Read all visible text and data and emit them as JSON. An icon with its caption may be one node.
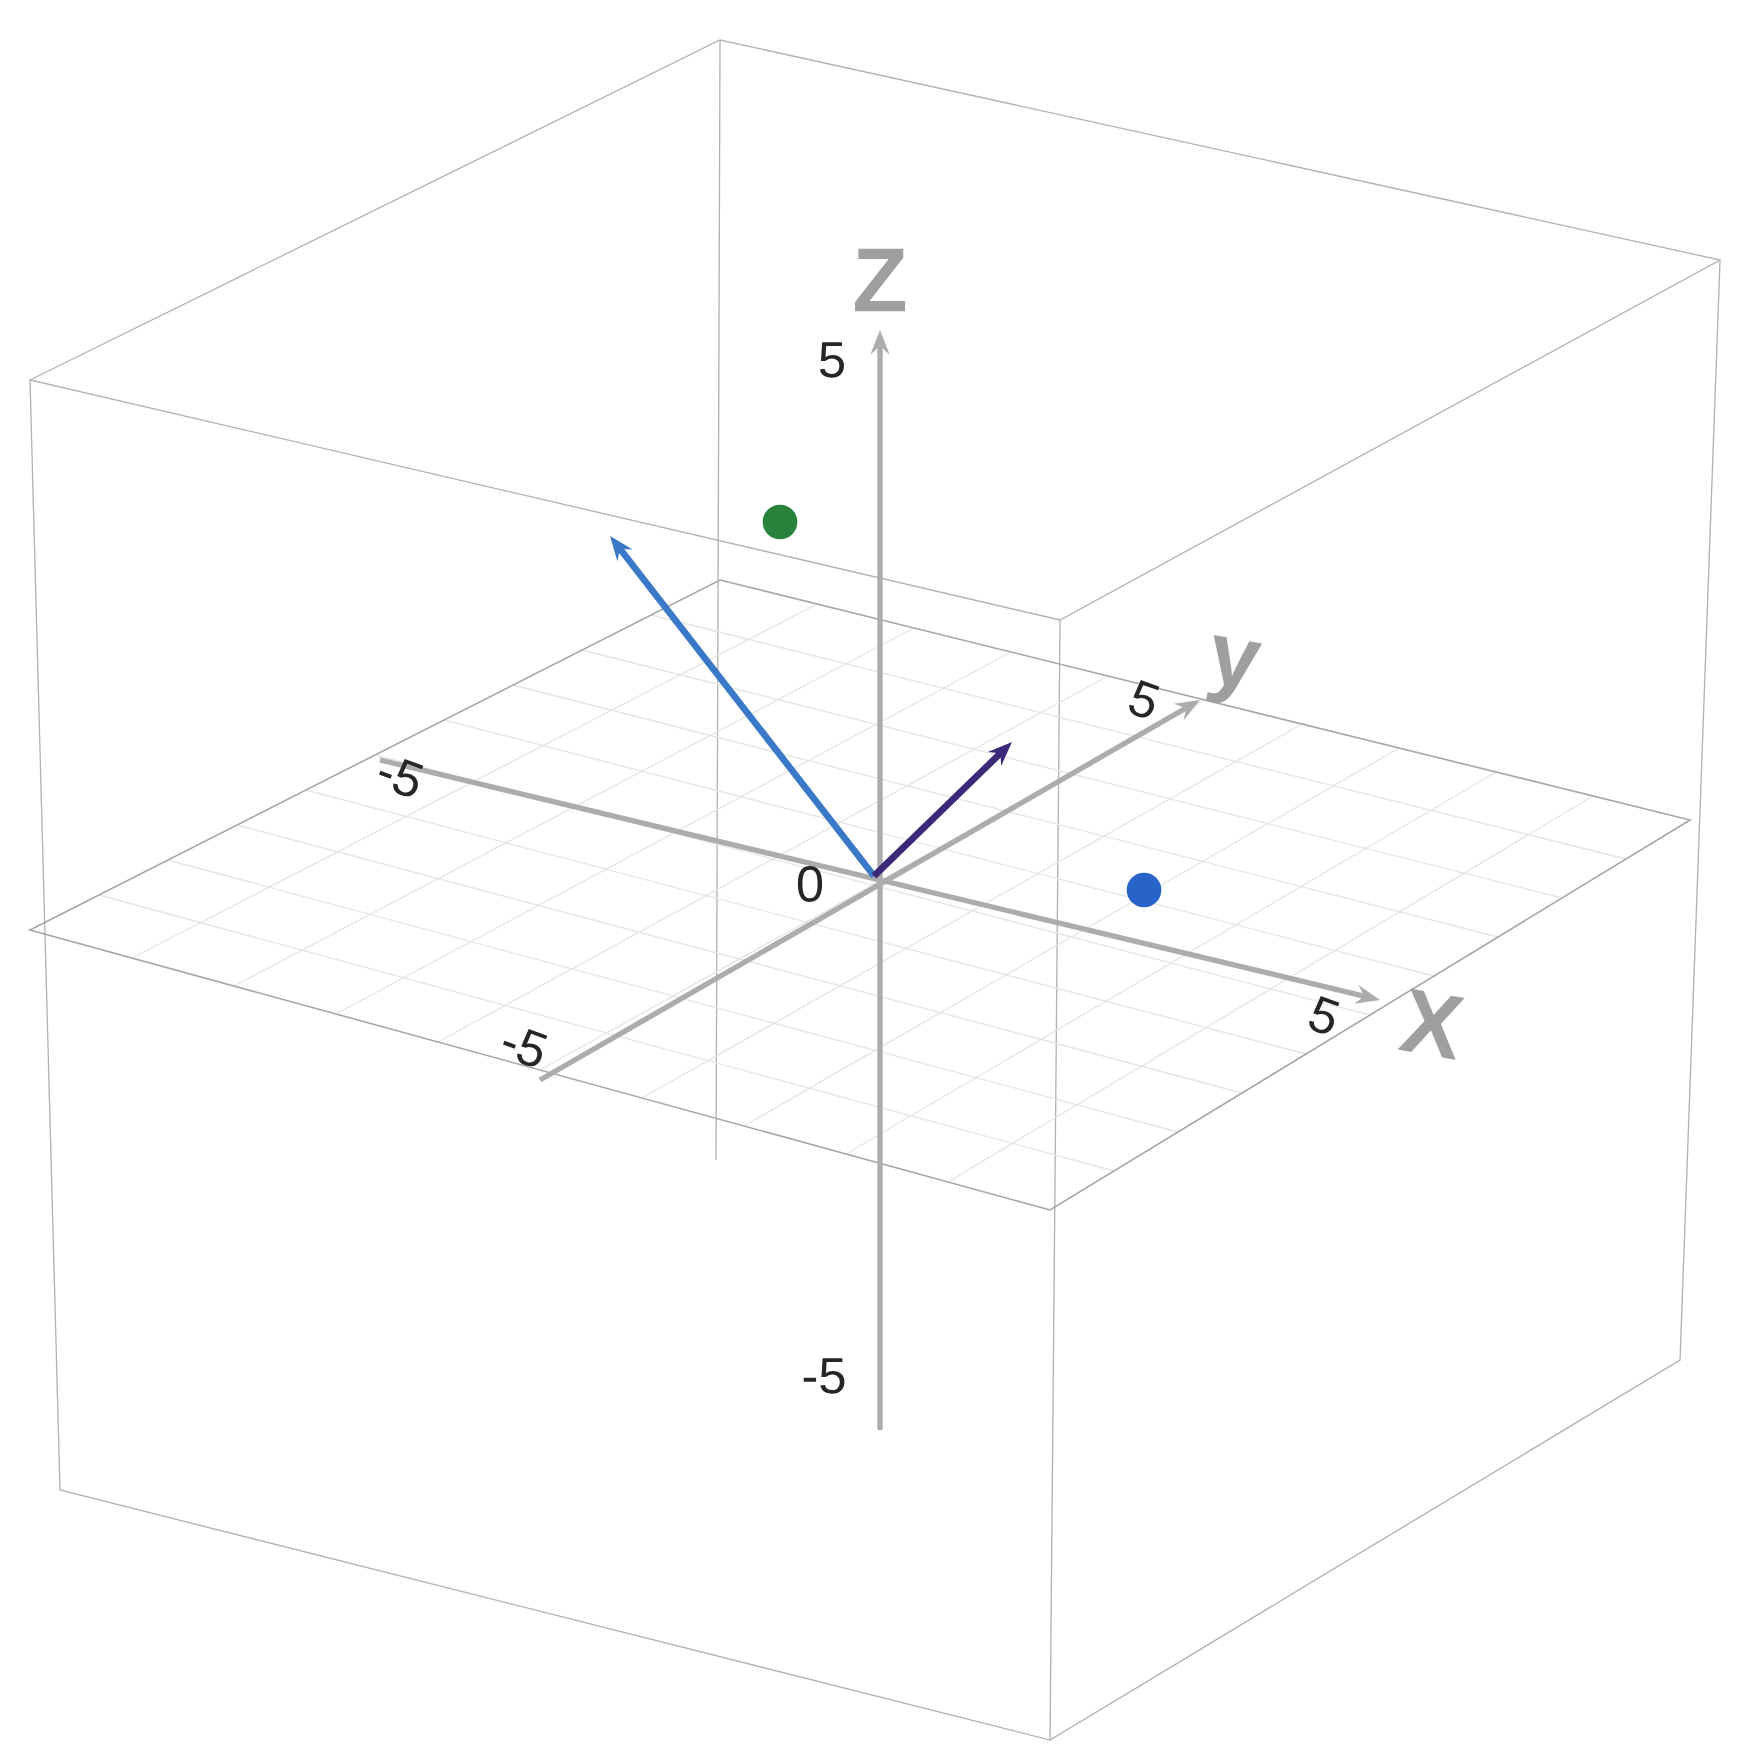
{
  "diagram": {
    "labels": [
      "Z",
      "5",
      "y",
      "5",
      "-5",
      "0",
      "5",
      "X",
      "-5",
      "-5"
    ]
  }
}
